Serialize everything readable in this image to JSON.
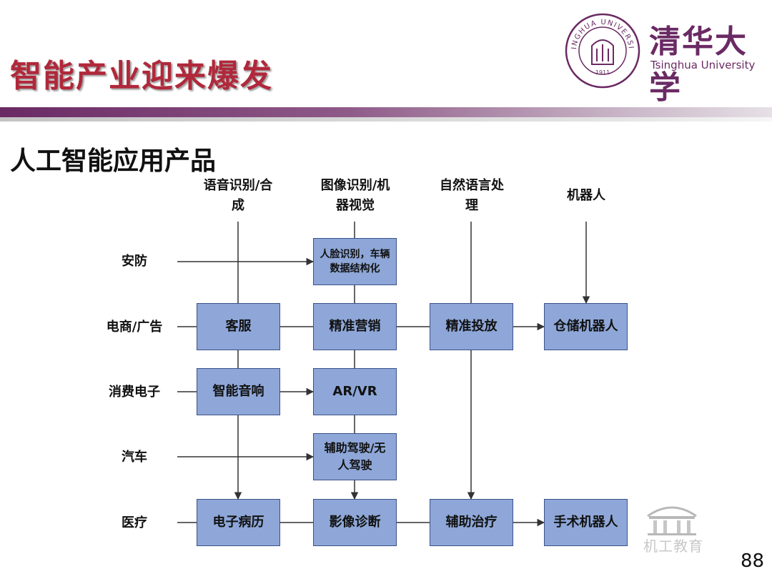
{
  "slide": {
    "title": "智能产业迎来爆发",
    "subtitle": "人工智能应用产品",
    "page_number": "88",
    "watermark": "机工教育"
  },
  "logo": {
    "name_cn": "清华大学",
    "name_en": "Tsinghua University",
    "seal_text": "TSINGHUA UNIVERSITY",
    "seal_year": "1911"
  },
  "diagram": {
    "columns": [
      {
        "id": "speech",
        "label_lines": [
          "语音识别/合",
          "成"
        ]
      },
      {
        "id": "vision",
        "label_lines": [
          "图像识别/机",
          "器视觉"
        ]
      },
      {
        "id": "nlp",
        "label_lines": [
          "自然语言处",
          "理"
        ]
      },
      {
        "id": "robot",
        "label_lines": [
          "机器人"
        ]
      }
    ],
    "rows": [
      {
        "id": "security",
        "label": "安防"
      },
      {
        "id": "ecommerce",
        "label": "电商/广告"
      },
      {
        "id": "consumer",
        "label": "消费电子"
      },
      {
        "id": "auto",
        "label": "汽车"
      },
      {
        "id": "medical",
        "label": "医疗"
      }
    ],
    "nodes": [
      {
        "id": "face",
        "lines": [
          "人脸识别，车辆",
          "数据结构化"
        ]
      },
      {
        "id": "cs",
        "lines": [
          "客服"
        ]
      },
      {
        "id": "mkt",
        "lines": [
          "精准营销"
        ]
      },
      {
        "id": "ads",
        "lines": [
          "精准投放"
        ]
      },
      {
        "id": "wh",
        "lines": [
          "仓储机器人"
        ]
      },
      {
        "id": "spk",
        "lines": [
          "智能音响"
        ]
      },
      {
        "id": "arvr",
        "lines": [
          "AR/VR"
        ]
      },
      {
        "id": "drive",
        "lines": [
          "辅助驾驶/无",
          "人驾驶"
        ]
      },
      {
        "id": "emr",
        "lines": [
          "电子病历"
        ]
      },
      {
        "id": "img",
        "lines": [
          "影像诊断"
        ]
      },
      {
        "id": "tx",
        "lines": [
          "辅助治疗"
        ]
      },
      {
        "id": "surg",
        "lines": [
          "手术机器人"
        ]
      }
    ]
  },
  "colors": {
    "title": "#b0283a",
    "node_fill": "#8ea7d8",
    "node_border": "#3a5288",
    "wire": "#333333",
    "brand_purple": "#6a2a64"
  }
}
